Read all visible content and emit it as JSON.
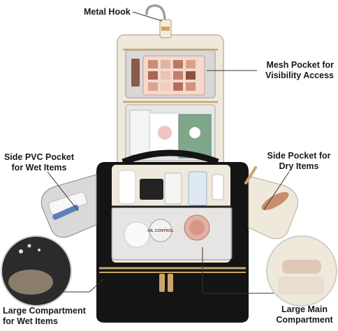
{
  "labels": {
    "metal_hook": "Metal Hook",
    "mesh_pocket": [
      "Mesh Pocket for",
      "Visibility Access"
    ],
    "side_pvc_pocket": [
      "Side PVC Pocket",
      "for Wet Items"
    ],
    "side_pocket_dry": [
      "Side Pocket for",
      "Dry Items"
    ],
    "large_compartment_wet": [
      "Large Compartment",
      "for Wet Items"
    ],
    "large_main_compartment": [
      "Large Main",
      "Compartment"
    ]
  },
  "product_print": {
    "tag_text": "OIL CONTROL"
  },
  "colors": {
    "bag_black": "#141414",
    "lining_cream": "#efe9dc",
    "zipper_gold": "#c9a46a",
    "mesh_grey": "#cfcfcf",
    "leader_line": "#333333"
  }
}
